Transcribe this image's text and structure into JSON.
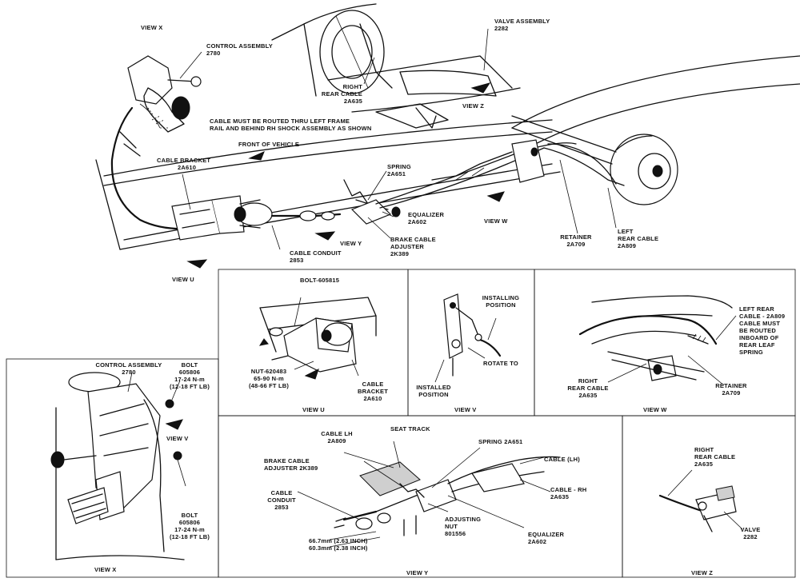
{
  "main": {
    "view_x_top": "VIEW X",
    "control_assembly": [
      "CONTROL ASSEMBLY",
      "2780"
    ],
    "valve_assembly": [
      "VALVE ASSEMBLY",
      "2282"
    ],
    "right_rear_cable": [
      "RIGHT",
      "REAR CABLE",
      "2A635"
    ],
    "view_z": "VIEW Z",
    "routing_note": [
      "CABLE MUST BE ROUTED THRU LEFT FRAME",
      "RAIL AND BEHIND RH SHOCK ASSEMBLY AS SHOWN"
    ],
    "front_of_vehicle": "FRONT OF VEHICLE",
    "cable_bracket": [
      "CABLE BRACKET",
      "2A610"
    ],
    "spring": [
      "SPRING",
      "2A651"
    ],
    "equalizer": [
      "EQUALIZER",
      "2A602"
    ],
    "view_w": "VIEW W",
    "brake_cable_adjuster": [
      "BRAKE CABLE",
      "ADJUSTER",
      "2K389"
    ],
    "view_y": "VIEW Y",
    "cable_conduit": [
      "CABLE CONDUIT",
      "2853"
    ],
    "view_u": "VIEW U",
    "retainer": [
      "RETAINER",
      "2A709"
    ],
    "left_rear_cable": [
      "LEFT",
      "REAR CABLE",
      "2A809"
    ]
  },
  "panel_u": {
    "bolt": "BOLT-605815",
    "nut": [
      "NUT-620483",
      "65-90 N-m",
      "(48-66 FT LB)"
    ],
    "cable_bracket": [
      "CABLE",
      "BRACKET",
      "2A610"
    ],
    "title": "VIEW U"
  },
  "panel_v": {
    "installing_position": [
      "INSTALLING",
      "POSITION"
    ],
    "rotate_to": "ROTATE TO",
    "installed_position": [
      "INSTALLED",
      "POSITION"
    ],
    "title": "VIEW V"
  },
  "panel_w": {
    "left_rear_note": [
      "LEFT REAR",
      "CABLE - 2A809",
      "CABLE MUST",
      "BE ROUTED",
      "INBOARD OF",
      "REAR LEAF",
      "SPRING"
    ],
    "right_rear_cable": [
      "RIGHT",
      "REAR CABLE",
      "2A635"
    ],
    "retainer": [
      "RETAINER",
      "2A709"
    ],
    "title": "VIEW W"
  },
  "panel_x": {
    "control_assembly": [
      "CONTROL ASSEMBLY",
      "2780"
    ],
    "bolt_top": [
      "BOLT",
      "605806",
      "17-24 N-m",
      "(12-18 FT LB)"
    ],
    "view_v": "VIEW V",
    "bolt_bottom": [
      "BOLT",
      "605806",
      "17-24 N-m",
      "(12-18 FT LB)"
    ],
    "title": "VIEW X"
  },
  "panel_y": {
    "cable_lh": [
      "CABLE LH",
      "2A809"
    ],
    "seat_track": "SEAT TRACK",
    "spring": "SPRING 2A651",
    "cable_lh_right": "CABLE (LH)",
    "brake_cable_adjuster": [
      "BRAKE CABLE",
      "ADJUSTER  2K389"
    ],
    "cable_conduit": [
      "CABLE",
      "CONDUIT",
      "2853"
    ],
    "cable_rh": [
      "CABLE - RH",
      "2A635"
    ],
    "adjusting_nut": [
      "ADJUSTING",
      "NUT",
      "801556"
    ],
    "equalizer": [
      "EQUALIZER",
      "2A602"
    ],
    "dimensions": [
      "66.7mm (2.63 INCH)",
      "60.3mm (2.38 INCH)"
    ],
    "title": "VIEW Y"
  },
  "panel_z": {
    "right_rear_cable": [
      "RIGHT",
      "REAR CABLE",
      "2A635"
    ],
    "valve": [
      "VALVE",
      "2282"
    ],
    "title": "VIEW Z"
  }
}
